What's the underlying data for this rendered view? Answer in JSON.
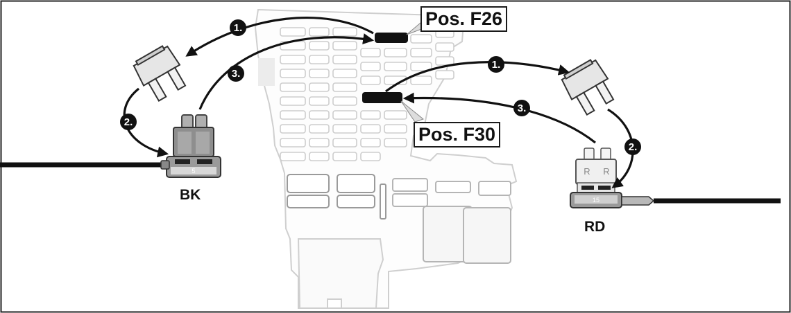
{
  "labels": {
    "pos_top": "Pos. F26",
    "pos_bottom": "Pos. F30",
    "wire_left": "BK",
    "wire_right": "RD"
  },
  "steps": {
    "left_1": "1.",
    "left_2": "2.",
    "left_3": "3.",
    "right_1": "1.",
    "right_2": "2.",
    "right_3": "3."
  },
  "fuse_marks": {
    "left_rating": "5",
    "right_rating": "15",
    "right_r1": "R",
    "right_r2": "R"
  },
  "colors": {
    "outline": "#c8c8c8",
    "fuse_body": "#9a9a9a",
    "fuse_dark": "#6e6e6e",
    "wire": "#111111",
    "slot_marker": "#111111"
  }
}
